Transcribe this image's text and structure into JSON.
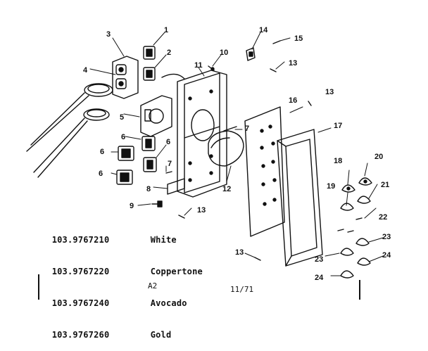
{
  "diagram": {
    "callouts": [
      {
        "id": "c1",
        "label": "1"
      },
      {
        "id": "c2",
        "label": "2"
      },
      {
        "id": "c3",
        "label": "3"
      },
      {
        "id": "c4",
        "label": "4"
      },
      {
        "id": "c5",
        "label": "5"
      },
      {
        "id": "c6a",
        "label": "6"
      },
      {
        "id": "c6b",
        "label": "6"
      },
      {
        "id": "c6c",
        "label": "6"
      },
      {
        "id": "c6d",
        "label": "6"
      },
      {
        "id": "c7a",
        "label": "7"
      },
      {
        "id": "c7b",
        "label": "7"
      },
      {
        "id": "c8",
        "label": "8"
      },
      {
        "id": "c9",
        "label": "9"
      },
      {
        "id": "c10",
        "label": "10"
      },
      {
        "id": "c11",
        "label": "11"
      },
      {
        "id": "c12",
        "label": "12"
      },
      {
        "id": "c13a",
        "label": "13"
      },
      {
        "id": "c13b",
        "label": "13"
      },
      {
        "id": "c13c",
        "label": "13"
      },
      {
        "id": "c13d",
        "label": "13"
      },
      {
        "id": "c14",
        "label": "14"
      },
      {
        "id": "c15",
        "label": "15"
      },
      {
        "id": "c16",
        "label": "16"
      },
      {
        "id": "c17",
        "label": "17"
      },
      {
        "id": "c18",
        "label": "18"
      },
      {
        "id": "c19",
        "label": "19"
      },
      {
        "id": "c20",
        "label": "20"
      },
      {
        "id": "c21",
        "label": "21"
      },
      {
        "id": "c22",
        "label": "22"
      },
      {
        "id": "c23a",
        "label": "23"
      },
      {
        "id": "c23b",
        "label": "23"
      },
      {
        "id": "c24a",
        "label": "24"
      },
      {
        "id": "c24b",
        "label": "24"
      }
    ]
  },
  "legend": {
    "rows": [
      {
        "model": "103.9767210",
        "color": "White"
      },
      {
        "model": "103.9767220",
        "color": "Coppertone"
      },
      {
        "model": "103.9767240",
        "color": "Avocado"
      },
      {
        "model": "103.9767260",
        "color": "Gold"
      }
    ]
  },
  "footer": {
    "page_code": "A2",
    "date_code": "11/71"
  }
}
